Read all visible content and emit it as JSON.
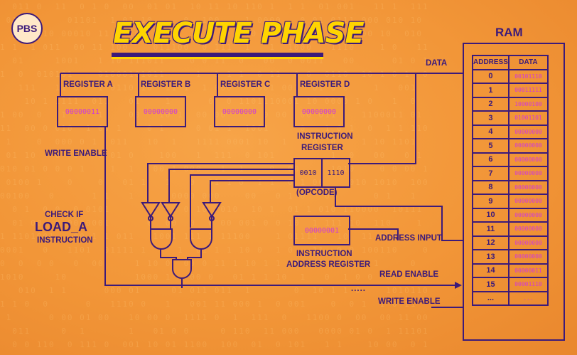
{
  "title": "EXECUTE PHASE",
  "logo": "PBS",
  "registers": [
    {
      "label": "REGISTER A",
      "value": "00000011"
    },
    {
      "label": "REGISTER B",
      "value": "00000000"
    },
    {
      "label": "REGISTER C",
      "value": "00000000"
    },
    {
      "label": "REGISTER D",
      "value": "00000000"
    }
  ],
  "instruction_register": {
    "label_line1": "INSTRUCTION",
    "label_line2": "REGISTER",
    "opcode": "0010",
    "operand": "1110",
    "opcode_label": "(OPCODE)"
  },
  "instruction_address_register": {
    "label_line1": "INSTRUCTION",
    "label_line2": "ADDRESS REGISTER",
    "value": "00000001"
  },
  "labels": {
    "data": "DATA",
    "write_enable_left": "WRITE ENABLE",
    "check_if": "CHECK IF",
    "load_a": "LOAD_A",
    "instruction": "INSTRUCTION",
    "address_input": "ADDRESS INPUT",
    "read_enable": "READ ENABLE",
    "write_enable_bottom": "WRITE ENABLE",
    "dots": "....."
  },
  "ram": {
    "title": "RAM",
    "headers": [
      "ADDRESS",
      "DATA"
    ],
    "rows": [
      {
        "address": "0",
        "data": "00101110"
      },
      {
        "address": "1",
        "data": "00011111"
      },
      {
        "address": "2",
        "data": "10000100"
      },
      {
        "address": "3",
        "data": "01001101"
      },
      {
        "address": "4",
        "data": "00000000"
      },
      {
        "address": "5",
        "data": "00000000"
      },
      {
        "address": "6",
        "data": "00000000"
      },
      {
        "address": "7",
        "data": "00000000"
      },
      {
        "address": "8",
        "data": "00000000"
      },
      {
        "address": "9",
        "data": "00000000"
      },
      {
        "address": "10",
        "data": "00000000"
      },
      {
        "address": "11",
        "data": "00000000"
      },
      {
        "address": "12",
        "data": "00000000"
      },
      {
        "address": "13",
        "data": "00000000"
      },
      {
        "address": "14",
        "data": "00000011"
      },
      {
        "address": "15",
        "data": "00001110"
      },
      {
        "address": "...",
        "data": "..."
      }
    ]
  }
}
